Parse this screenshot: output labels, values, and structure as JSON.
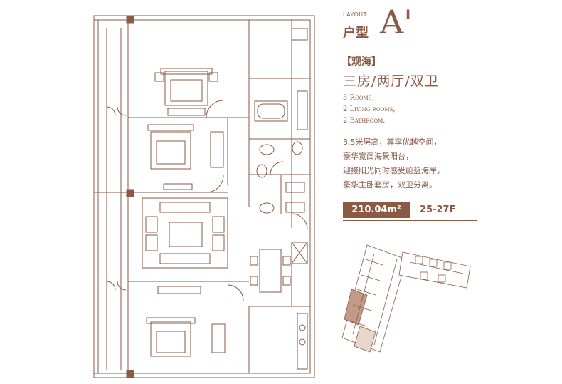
{
  "header": {
    "layout_label": "LAYOUT",
    "layout_cn": "户型",
    "layout_letter": "A'"
  },
  "view_tag": "【观海】",
  "rooms_cn": "三房/两厅/双卫",
  "rooms_en": [
    "3 Rooms,",
    "2 Living rooms,",
    "2 Bathroom."
  ],
  "description": [
    "3.5米层高，尊享优越空间，",
    "豪华宽阔海景阳台，",
    "迎接阳光同时感受蔚蓝海岸，",
    "豪华主卧套房，双卫分离。"
  ],
  "area": "210.04m²",
  "floors": "25-27F",
  "colors": {
    "accent": "#8a5a45",
    "highlight": "#c29a86",
    "light": "#e8d6cc"
  }
}
